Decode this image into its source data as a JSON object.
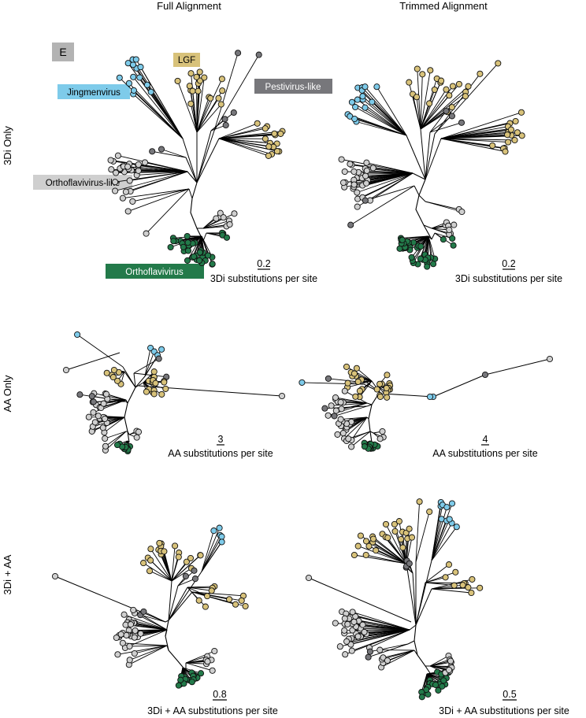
{
  "panel_label": "E",
  "columns": [
    "Full Alignment",
    "Trimmed Alignment"
  ],
  "rows": [
    "3Di Only",
    "AA Only",
    "3Di + AA"
  ],
  "clades": [
    {
      "key": "jingmen",
      "label": "Jingmenvirus",
      "color": "#7ecbea"
    },
    {
      "key": "lgf",
      "label": "LGF",
      "color": "#d8c27a"
    },
    {
      "key": "pesti",
      "label": "Pestivirus-like",
      "color": "#77777b"
    },
    {
      "key": "ortholike",
      "label": "Orthoflavivirus-like",
      "color": "#cfcfcf"
    },
    {
      "key": "ortho",
      "label": "Orthoflavivirus",
      "color": "#237a4a"
    }
  ],
  "scale_bars": [
    {
      "value": "0.2",
      "label": "3Di substitutions per site"
    },
    {
      "value": "0.2",
      "label": "3Di substitutions per site"
    },
    {
      "value": "3",
      "label": "AA substitutions per site"
    },
    {
      "value": "4",
      "label": "AA substitutions per site"
    },
    {
      "value": "0.8",
      "label": "3Di + AA substitutions per site"
    },
    {
      "value": "0.5",
      "label": "3Di + AA substitutions per site"
    }
  ]
}
